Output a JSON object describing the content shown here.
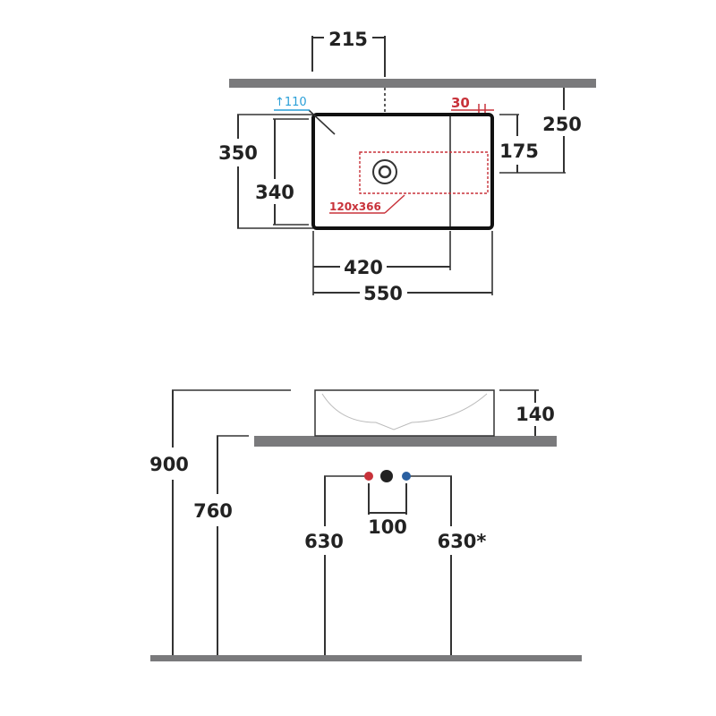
{
  "plan_view": {
    "dim_width_outer": "550",
    "dim_width_inner": "420",
    "dim_depth_outer": "350",
    "dim_depth_inner": "340",
    "dim_wall_to_edge": "250",
    "dim_wall_to_tap": "175",
    "dim_side_offset": "215",
    "dim_radius_blue": "↑110",
    "dim_radius_red": "30",
    "tap_zone": "120x366"
  },
  "elevation_view": {
    "dim_total_height": "900",
    "dim_counter_height": "760",
    "dim_basin_height": "140",
    "dim_tap_spacing": "100",
    "dim_supply_left": "630",
    "dim_supply_right": "630*"
  },
  "colors": {
    "bar": "#7a7a7c",
    "outline": "#111111",
    "accent_red": "#c8323a",
    "accent_blue": "#2a9fd8",
    "hot_dot": "#c8323a",
    "cold_dot": "#2a5fa0",
    "center_dot": "#222222"
  }
}
